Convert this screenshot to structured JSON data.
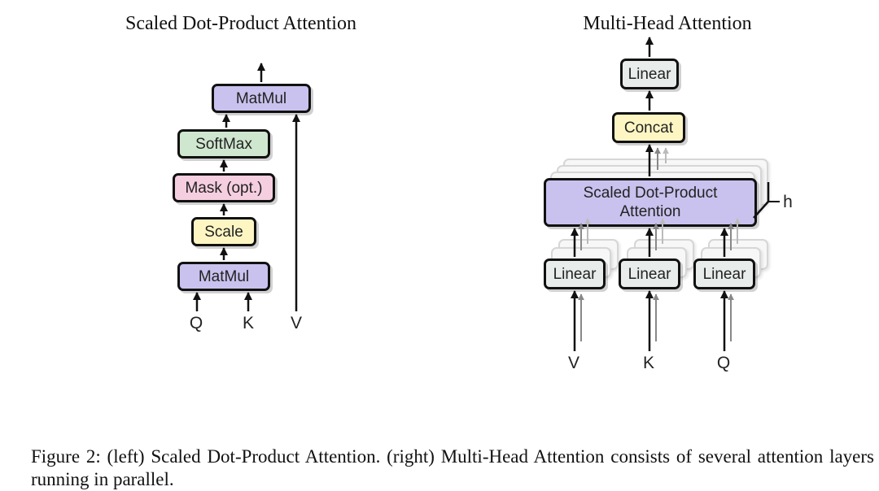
{
  "left_diagram": {
    "title": "Scaled Dot-Product Attention",
    "blocks": {
      "matmul_top": "MatMul",
      "softmax": "SoftMax",
      "mask": "Mask (opt.)",
      "scale": "Scale",
      "matmul_bottom": "MatMul"
    },
    "inputs": {
      "q": "Q",
      "k": "K",
      "v": "V"
    }
  },
  "right_diagram": {
    "title": "Multi-Head Attention",
    "blocks": {
      "linear_top": "Linear",
      "concat": "Concat",
      "attention": "Scaled Dot-Product Attention",
      "linear_v": "Linear",
      "linear_k": "Linear",
      "linear_q": "Linear"
    },
    "heads_label": "h",
    "inputs": {
      "v": "V",
      "k": "K",
      "q": "Q"
    }
  },
  "caption": "Figure 2: (left) Scaled Dot-Product Attention. (right) Multi-Head Attention consists of several attention layers running in parallel.",
  "colors": {
    "matmul": "#c9c2ee",
    "softmax": "#cfe7cf",
    "mask": "#f5cfe0",
    "scale": "#fdf6c3",
    "linear": "#e8ecea",
    "concat": "#fdf6c3",
    "attention": "#c9c2ee"
  }
}
